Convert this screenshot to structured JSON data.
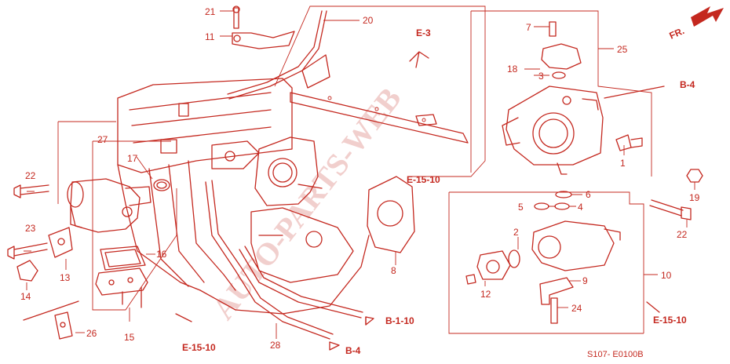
{
  "callouts": [
    "21",
    "20",
    "11",
    "7",
    "25",
    "18",
    "3",
    "1",
    "27",
    "17",
    "22",
    "23",
    "16",
    "13",
    "14",
    "15",
    "26",
    "28",
    "8",
    "6",
    "5",
    "4",
    "2",
    "9",
    "12",
    "24",
    "10",
    "19",
    "22"
  ],
  "refs": [
    "E-3",
    "B-4",
    "E-15-10",
    "B-1-10",
    "E-15-10",
    "B-4",
    "E-15-10"
  ],
  "direction_label": "FR.",
  "drawing_code": "S107- E0100B",
  "watermark": "AUTO-PARTS-WEB",
  "colors": {
    "line": "#c4281f",
    "background": "#ffffff"
  }
}
